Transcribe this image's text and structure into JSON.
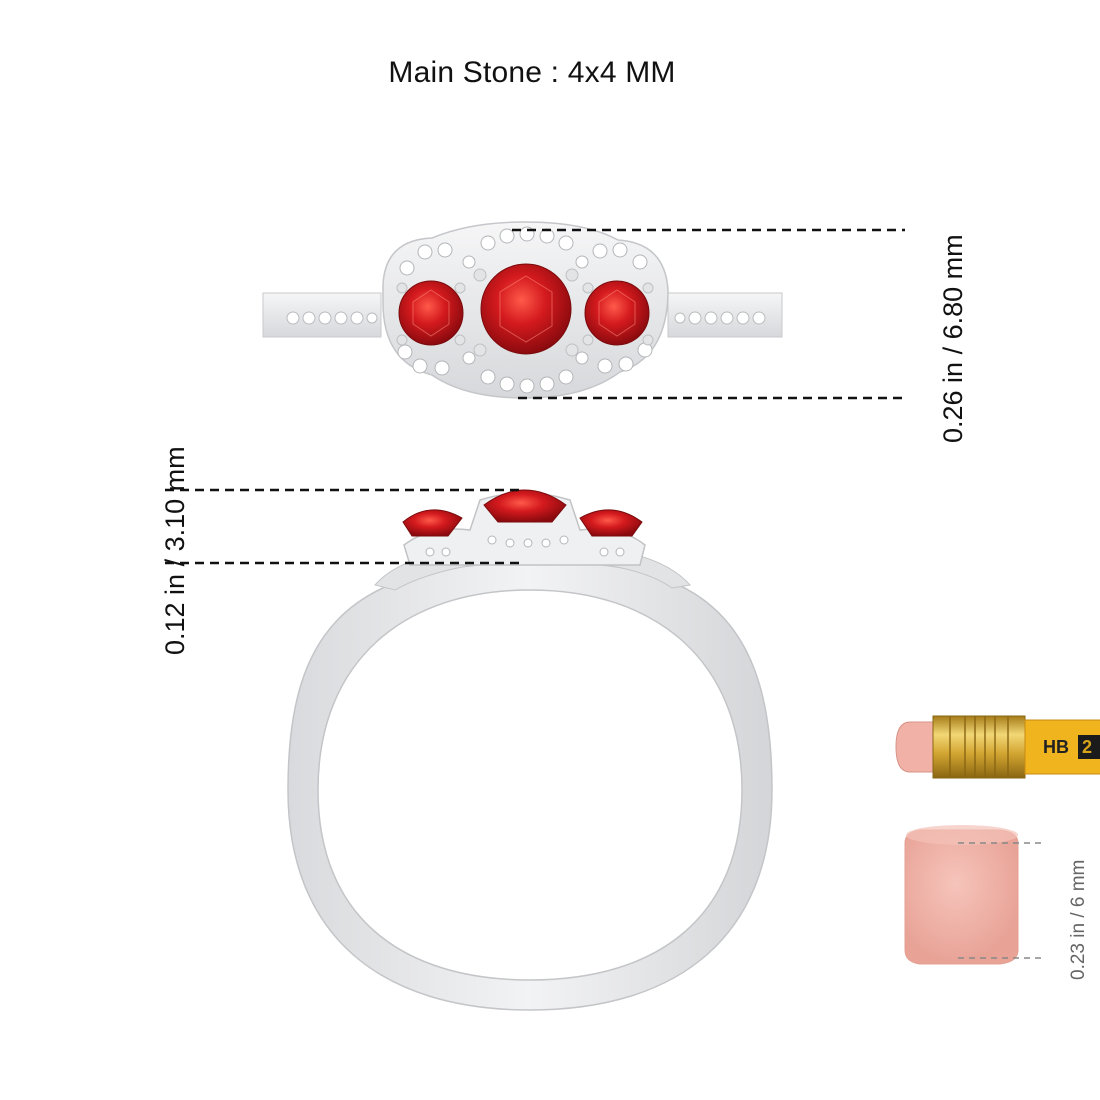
{
  "title": "Main Stone : 4x4 MM",
  "dimensions": {
    "width_label": "0.26 in / 6.80 mm",
    "height_label": "0.12 in / 3.10 mm",
    "eraser_label": "0.23 in / 6 mm"
  },
  "pencil": {
    "grade": "HB",
    "number": "2"
  },
  "colors": {
    "ruby": "#d01418",
    "metal": "#e9eaec",
    "eraser": "#f1b1a7",
    "pencil": "#f0b41f",
    "ferrule": "#d9b23a"
  }
}
